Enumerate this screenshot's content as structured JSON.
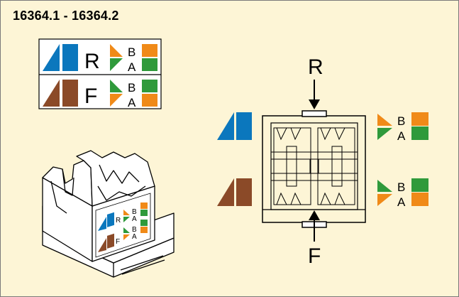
{
  "title": "16364.1 - 16364.2",
  "legend": {
    "top_letter": "R",
    "bottom_letter": "F",
    "pair_top": "B",
    "pair_bottom": "A"
  },
  "connector": {
    "top_arrow_label": "R",
    "bottom_arrow_label": "F",
    "right_top_b": "B",
    "right_top_a": "A",
    "right_bottom_b": "B",
    "right_bottom_a": "A"
  },
  "iso": {
    "r": "R",
    "f": "F",
    "b1": "B",
    "a1": "A",
    "b2": "B",
    "a2": "A"
  },
  "colors": {
    "background": "#fdf5d6",
    "blue": "#0b77bd",
    "brown": "#8b4a28",
    "green": "#2f9a3b",
    "orange": "#f08a18",
    "line": "#000000"
  }
}
